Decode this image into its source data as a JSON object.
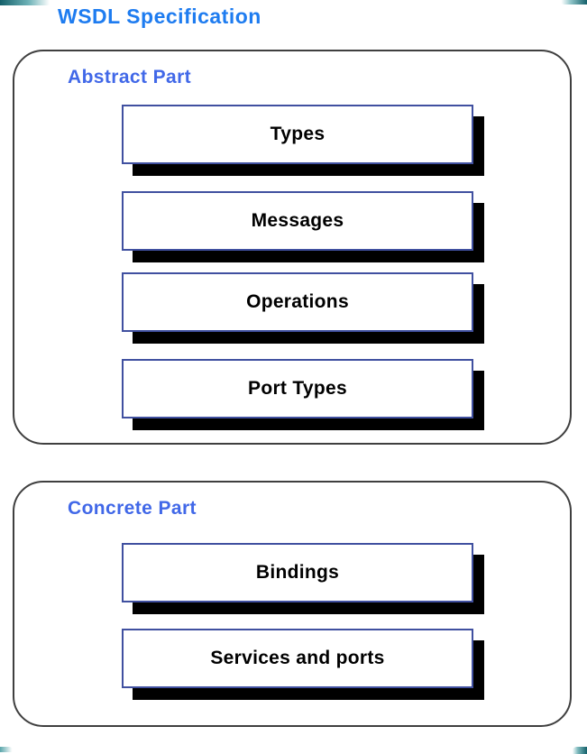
{
  "page": {
    "title": "WSDL Specification"
  },
  "abstract": {
    "label": "Abstract Part",
    "boxes": [
      {
        "label": "Types"
      },
      {
        "label": "Messages"
      },
      {
        "label": "Operations"
      },
      {
        "label": "Port Types"
      }
    ]
  },
  "concrete": {
    "label": "Concrete Part",
    "boxes": [
      {
        "label": "Bindings"
      },
      {
        "label": "Services and ports"
      }
    ]
  },
  "colors": {
    "title_blue": "#1e7cf0",
    "section_blue": "#4168e8",
    "box_border_blue": "#4050a0",
    "container_border": "#3f3f3f",
    "shadow_black": "#000000",
    "corner_teal": "#14606a"
  }
}
